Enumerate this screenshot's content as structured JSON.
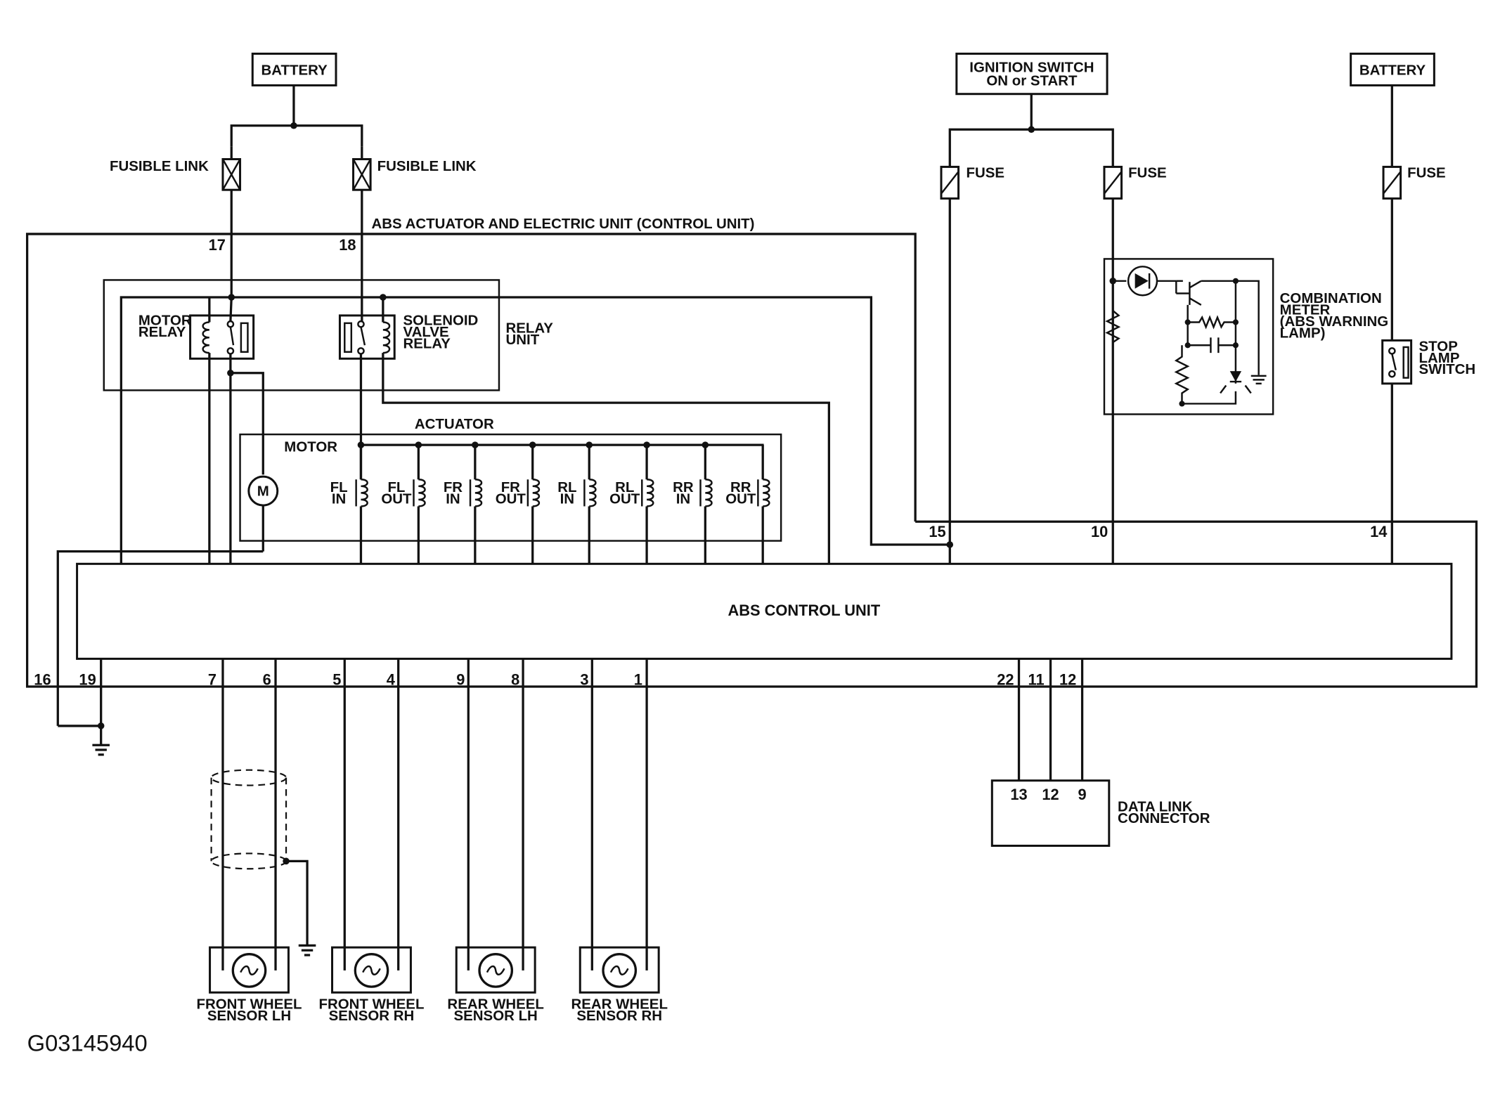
{
  "title": "ABS ACTUATOR AND ELECTRIC UNIT (CONTROL UNIT)",
  "figure_id": "G03145940",
  "power": {
    "battery_left": "BATTERY",
    "battery_right": "BATTERY",
    "ignition_line1": "IGNITION SWITCH",
    "ignition_line2": "ON or START",
    "fusible_link_left": "FUSIBLE LINK",
    "fusible_link_right": "FUSIBLE LINK",
    "fuse_1": "FUSE",
    "fuse_2": "FUSE",
    "fuse_3": "FUSE"
  },
  "relay_unit": {
    "label_line1": "RELAY",
    "label_line2": "UNIT",
    "motor_relay_line1": "MOTOR",
    "motor_relay_line2": "RELAY",
    "solenoid_line1": "SOLENOID",
    "solenoid_line2": "VALVE",
    "solenoid_line3": "RELAY"
  },
  "actuator": {
    "label": "ACTUATOR",
    "motor_label": "MOTOR",
    "motor_symbol": "M",
    "valves": [
      {
        "l1": "FL",
        "l2": "IN"
      },
      {
        "l1": "FL",
        "l2": "OUT"
      },
      {
        "l1": "FR",
        "l2": "IN"
      },
      {
        "l1": "FR",
        "l2": "OUT"
      },
      {
        "l1": "RL",
        "l2": "IN"
      },
      {
        "l1": "RL",
        "l2": "OUT"
      },
      {
        "l1": "RR",
        "l2": "IN"
      },
      {
        "l1": "RR",
        "l2": "OUT"
      }
    ]
  },
  "control_unit": {
    "label": "ABS CONTROL UNIT"
  },
  "combination_meter": {
    "line1": "COMBINATION",
    "line2": "METER",
    "line3": "(ABS WARNING",
    "line4": "LAMP)"
  },
  "stop_lamp": {
    "line1": "STOP",
    "line2": "LAMP",
    "line3": "SWITCH"
  },
  "data_link": {
    "line1": "DATA LINK",
    "line2": "CONNECTOR",
    "pins": [
      "13",
      "12",
      "9"
    ]
  },
  "pins": {
    "p17": "17",
    "p18": "18",
    "p15": "15",
    "p10": "10",
    "p14": "14",
    "p16": "16",
    "p19": "19",
    "p7": "7",
    "p6": "6",
    "p5": "5",
    "p4": "4",
    "p9": "9",
    "p8": "8",
    "p3": "3",
    "p1": "1",
    "p22": "22",
    "p11": "11",
    "p12": "12"
  },
  "sensors": [
    {
      "l1": "FRONT WHEEL",
      "l2": "SENSOR LH"
    },
    {
      "l1": "FRONT WHEEL",
      "l2": "SENSOR RH"
    },
    {
      "l1": "REAR WHEEL",
      "l2": "SENSOR LH"
    },
    {
      "l1": "REAR WHEEL",
      "l2": "SENSOR RH"
    }
  ]
}
